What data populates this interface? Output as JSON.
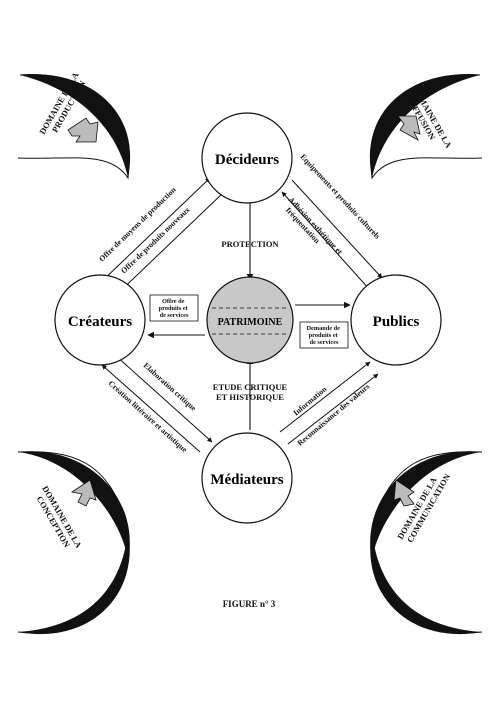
{
  "nodes": {
    "decideurs": "Décideurs",
    "createurs": "Créateurs",
    "publics": "Publics",
    "mediateurs": "Médiateurs",
    "patrimoine": "PATRIMOINE"
  },
  "domains": {
    "production": [
      "DOMAINE DE LA",
      "PRODUCTION"
    ],
    "diffusion": [
      "DOMAINE DE LA",
      "DIFFUSION"
    ],
    "conception": [
      "DOMAINE DE LA",
      "CONCEPTION"
    ],
    "communication": [
      "DOMAINE DE LA",
      "COMMUNICATION"
    ]
  },
  "links": {
    "protection": "PROTECTION",
    "etude": [
      "ETUDE CRITIQUE",
      "ET HISTORIQUE"
    ],
    "offre_moyens": "Offre de moyens de production",
    "offre_produits": "Offre de produits nouveaux",
    "equipements": "Equipements et produits culturels",
    "adhesion": [
      "Adhésion esthétique et",
      "fréquentation"
    ],
    "elaboration": "Elaboration critique",
    "creation": "Création littéraire et artistique",
    "information": "Information",
    "reconnaissance": "Reconnaissance des valeurs",
    "offre_services": [
      "Offre de",
      "produits et",
      "de services"
    ],
    "demande_services": [
      "Demande de",
      "produits et",
      "de services"
    ]
  },
  "caption": "FIGURE n° 3",
  "colors": {
    "ink": "#111111",
    "patrimoine_fill": "#c8c8c8"
  }
}
